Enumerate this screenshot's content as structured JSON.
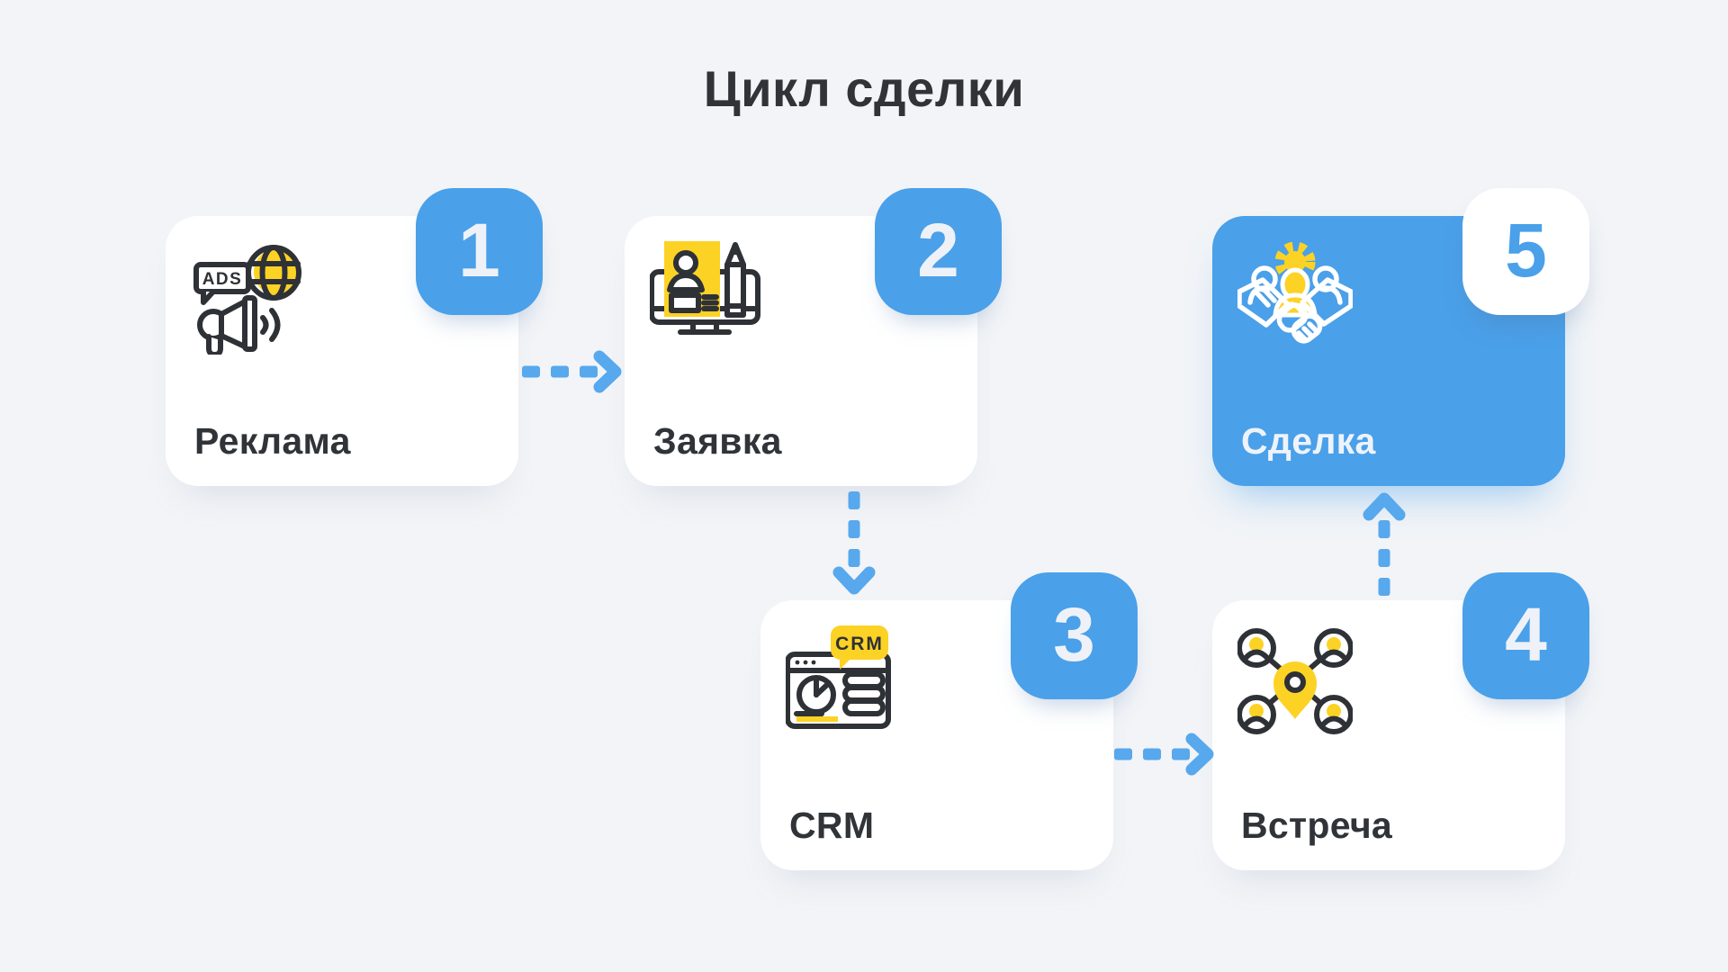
{
  "title": "Цикл сделки",
  "colors": {
    "background": "#f2f4f7",
    "card_white": "#ffffff",
    "accent_blue": "#4aa0e9",
    "arrow_blue": "#57a8ed",
    "icon_yellow": "#fcd225",
    "icon_dark": "#2e3136",
    "text_dark": "#303438",
    "badge_number_light": "#eef2f8"
  },
  "steps": [
    {
      "number": "1",
      "label": "Реклама",
      "icon": "ads-globe-megaphone",
      "highlighted": false
    },
    {
      "number": "2",
      "label": "Заявка",
      "icon": "application-form-monitor-pencil",
      "highlighted": false
    },
    {
      "number": "3",
      "label": "CRM",
      "icon": "crm-browser-window",
      "highlighted": false
    },
    {
      "number": "4",
      "label": "Встреча",
      "icon": "people-network-location-pin",
      "highlighted": false
    },
    {
      "number": "5",
      "label": "Сделка",
      "icon": "handshake-team-gear",
      "highlighted": true
    }
  ],
  "icon_labels": {
    "ads_badge": "ADS",
    "crm_badge": "CRM"
  },
  "connections": [
    {
      "from": "Реклама",
      "to": "Заявка",
      "direction": "right",
      "style": "dashed-arrow"
    },
    {
      "from": "Заявка",
      "to": "CRM",
      "direction": "down",
      "style": "dashed-arrow"
    },
    {
      "from": "CRM",
      "to": "Встреча",
      "direction": "right",
      "style": "dashed-arrow"
    },
    {
      "from": "Встреча",
      "to": "Сделка",
      "direction": "up",
      "style": "dashed-arrow"
    }
  ]
}
